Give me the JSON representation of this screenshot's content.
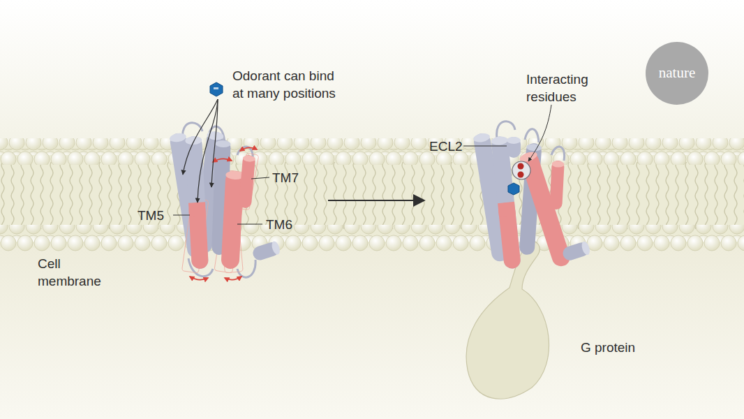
{
  "diagram": {
    "labels": [
      "Odorant can bind at many positions",
      "TM7",
      "TM5",
      "TM6",
      "Cell membrane",
      "Interacting residues",
      "ECL2",
      "G protein",
      "nature"
    ]
  }
}
